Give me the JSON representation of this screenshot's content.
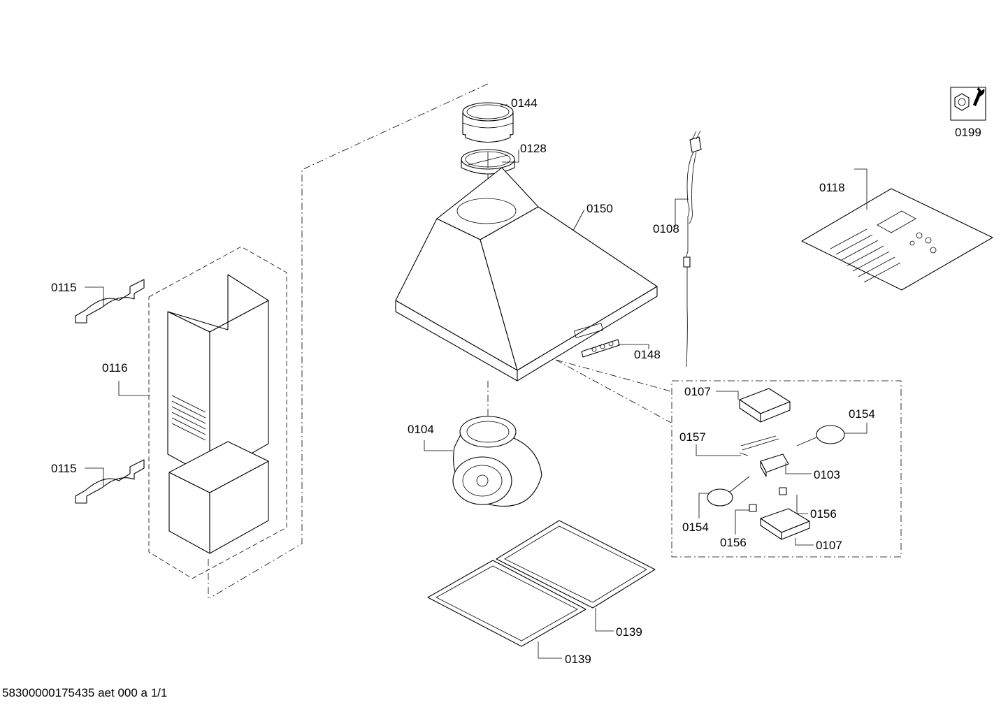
{
  "labels": {
    "p0144": "0144",
    "p0128": "0128",
    "p0150": "0150",
    "p0108": "0108",
    "p0199": "0199",
    "p0118": "0118",
    "p0115a": "0115",
    "p0115b": "0115",
    "p0116": "0116",
    "p0148": "0148",
    "p0104": "0104",
    "p0107a": "0107",
    "p0154a": "0154",
    "p0157": "0157",
    "p0103": "0103",
    "p0154b": "0154",
    "p0156a": "0156",
    "p0156b": "0156",
    "p0107b": "0107",
    "p0139a": "0139",
    "p0139b": "0139"
  },
  "footer": "58300000175435 aet 000 a 1/1",
  "icons": {
    "service": "wrench-nut-icon"
  }
}
